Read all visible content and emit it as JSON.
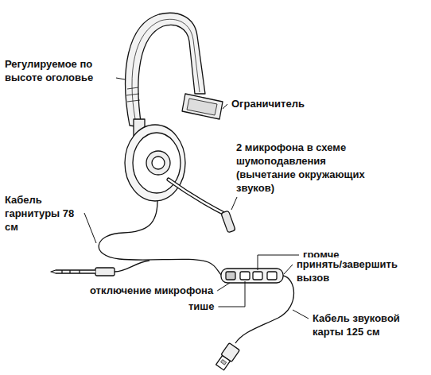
{
  "diagram": {
    "labels": [
      "Регулируемое по высоте оголовье",
      "Ограничитель",
      "2 микрофона в схеме шумоподавления (вычетание окружающих звуков)",
      "Кабель гарнитуры 78 см",
      "громче",
      "принять/завершить вызов",
      "отключение микрофона",
      "тише",
      "Кабель звуковой карты 125 см"
    ]
  }
}
